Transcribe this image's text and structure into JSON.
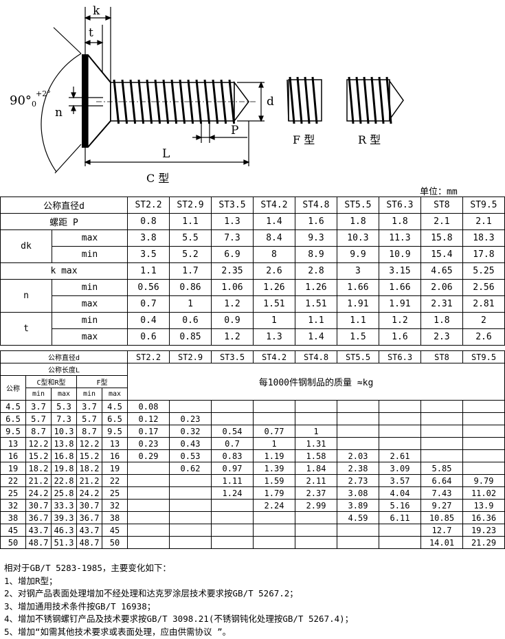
{
  "drawing": {
    "k": "k",
    "t": "t",
    "n": "n",
    "d": "d",
    "P": "P",
    "L": "L",
    "angle": "90°",
    "angle_tol_top": "+2°",
    "angle_tol_bot": "0",
    "type_c": "C 型",
    "type_f": "F 型",
    "type_r": "R 型"
  },
  "unit": "单位：mm",
  "table1": {
    "header_label": "公称直径d",
    "sizes": [
      "ST2.2",
      "ST2.9",
      "ST3.5",
      "ST4.2",
      "ST4.8",
      "ST5.5",
      "ST6.3",
      "ST8",
      "ST9.5"
    ],
    "pitch_label": "螺距  P",
    "pitch": [
      "0.8",
      "1.1",
      "1.3",
      "1.4",
      "1.6",
      "1.8",
      "1.8",
      "2.1",
      "2.1"
    ],
    "dk_label": "dk",
    "dk_max": [
      "3.8",
      "5.5",
      "7.3",
      "8.4",
      "9.3",
      "10.3",
      "11.3",
      "15.8",
      "18.3"
    ],
    "dk_min": [
      "3.5",
      "5.2",
      "6.9",
      "8",
      "8.9",
      "9.9",
      "10.9",
      "15.4",
      "17.8"
    ],
    "k_label": "k   max",
    "k_max": [
      "1.1",
      "1.7",
      "2.35",
      "2.6",
      "2.8",
      "3",
      "3.15",
      "4.65",
      "5.25"
    ],
    "n_label": "n",
    "n_min": [
      "0.56",
      "0.86",
      "1.06",
      "1.26",
      "1.26",
      "1.66",
      "1.66",
      "2.06",
      "2.56"
    ],
    "n_max": [
      "0.7",
      "1",
      "1.2",
      "1.51",
      "1.51",
      "1.91",
      "1.91",
      "2.31",
      "2.81"
    ],
    "t_label": "t",
    "t_min": [
      "0.4",
      "0.6",
      "0.9",
      "1",
      "1.1",
      "1.1",
      "1.2",
      "1.8",
      "2"
    ],
    "t_max": [
      "0.6",
      "0.85",
      "1.2",
      "1.3",
      "1.4",
      "1.5",
      "1.6",
      "2.3",
      "2.6"
    ],
    "max": "max",
    "min": "min"
  },
  "table2": {
    "header_label": "公称直径d",
    "length_label": "公称长度L",
    "nominal": "公称",
    "cr_label": "C型和R型",
    "f_label": "F型",
    "min": "min",
    "max": "max",
    "mass_label": "每1000件钢制品的质量 ≈kg",
    "rows": [
      {
        "nom": "4.5",
        "cmin": "3.7",
        "cmax": "5.3",
        "fmin": "3.7",
        "fmax": "4.5",
        "m": [
          "0.08",
          "",
          "",
          "",
          "",
          "",
          "",
          "",
          ""
        ]
      },
      {
        "nom": "6.5",
        "cmin": "5.7",
        "cmax": "7.3",
        "fmin": "5.7",
        "fmax": "6.5",
        "m": [
          "0.12",
          "0.23",
          "",
          "",
          "",
          "",
          "",
          "",
          ""
        ]
      },
      {
        "nom": "9.5",
        "cmin": "8.7",
        "cmax": "10.3",
        "fmin": "8.7",
        "fmax": "9.5",
        "m": [
          "0.17",
          "0.32",
          "0.54",
          "0.77",
          "1",
          "",
          "",
          "",
          ""
        ]
      },
      {
        "nom": "13",
        "cmin": "12.2",
        "cmax": "13.8",
        "fmin": "12.2",
        "fmax": "13",
        "m": [
          "0.23",
          "0.43",
          "0.7",
          "1",
          "1.31",
          "",
          "",
          "",
          ""
        ]
      },
      {
        "nom": "16",
        "cmin": "15.2",
        "cmax": "16.8",
        "fmin": "15.2",
        "fmax": "16",
        "m": [
          "0.29",
          "0.53",
          "0.83",
          "1.19",
          "1.58",
          "2.03",
          "2.61",
          "",
          ""
        ]
      },
      {
        "nom": "19",
        "cmin": "18.2",
        "cmax": "19.8",
        "fmin": "18.2",
        "fmax": "19",
        "m": [
          "",
          "0.62",
          "0.97",
          "1.39",
          "1.84",
          "2.38",
          "3.09",
          "5.85",
          ""
        ]
      },
      {
        "nom": "22",
        "cmin": "21.2",
        "cmax": "22.8",
        "fmin": "21.2",
        "fmax": "22",
        "m": [
          "",
          "",
          "1.11",
          "1.59",
          "2.11",
          "2.73",
          "3.57",
          "6.64",
          "9.79"
        ]
      },
      {
        "nom": "25",
        "cmin": "24.2",
        "cmax": "25.8",
        "fmin": "24.2",
        "fmax": "25",
        "m": [
          "",
          "",
          "1.24",
          "1.79",
          "2.37",
          "3.08",
          "4.04",
          "7.43",
          "11.02"
        ]
      },
      {
        "nom": "32",
        "cmin": "30.7",
        "cmax": "33.3",
        "fmin": "30.7",
        "fmax": "32",
        "m": [
          "",
          "",
          "",
          "2.24",
          "2.99",
          "3.89",
          "5.16",
          "9.27",
          "13.9"
        ]
      },
      {
        "nom": "38",
        "cmin": "36.7",
        "cmax": "39.3",
        "fmin": "36.7",
        "fmax": "38",
        "m": [
          "",
          "",
          "",
          "",
          "",
          "4.59",
          "6.11",
          "10.85",
          "16.36"
        ]
      },
      {
        "nom": "45",
        "cmin": "43.7",
        "cmax": "46.3",
        "fmin": "43.7",
        "fmax": "45",
        "m": [
          "",
          "",
          "",
          "",
          "",
          "",
          "",
          "12.7",
          "19.23"
        ]
      },
      {
        "nom": "50",
        "cmin": "48.7",
        "cmax": "51.3",
        "fmin": "48.7",
        "fmax": "50",
        "m": [
          "",
          "",
          "",
          "",
          "",
          "",
          "",
          "14.01",
          "21.29"
        ]
      }
    ]
  },
  "notes": [
    "相对于GB/T 5283-1985，主要变化如下：",
    "1、增加R型；",
    "2、对钢产品表面处理增加不经处理和达克罗涂层技术要求按GB/T 5267.2；",
    "3、增加通用技术条件按GB/T 16938；",
    "4、增加不锈钢螺钉产品及技术要求按GB/T 3098.21(不锈钢钝化处理按GB/T 5267.4)；",
    "5、增加“如需其他技术要求或表面处理，应由供需协议 ”。"
  ]
}
